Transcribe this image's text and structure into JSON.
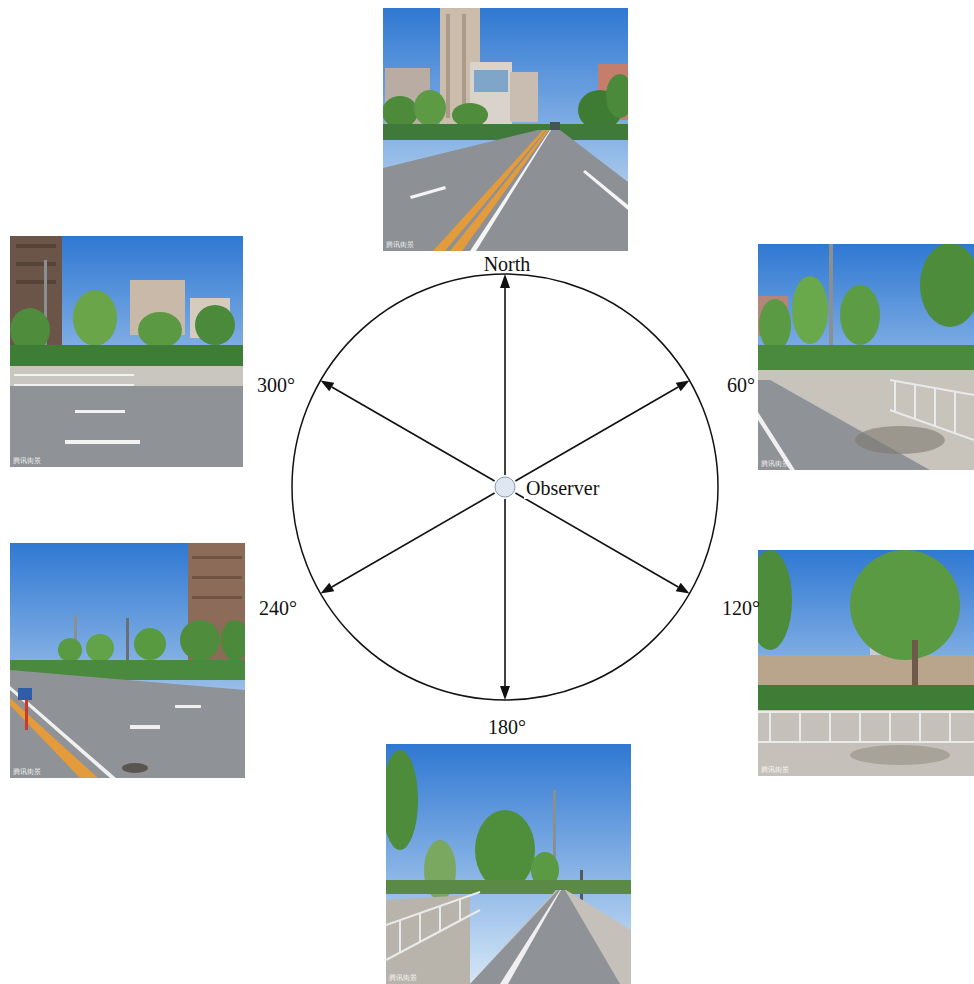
{
  "diagram": {
    "nodes": [
      {
        "text": [
          "Observer"
        ]
      }
    ],
    "labels": [
      "North",
      "60°",
      "120°",
      "180°",
      "240°",
      "300°",
      "腾讯街景",
      "腾讯街景",
      "腾讯街景",
      "腾讯街景",
      "腾讯街景",
      "腾讯街景"
    ]
  }
}
